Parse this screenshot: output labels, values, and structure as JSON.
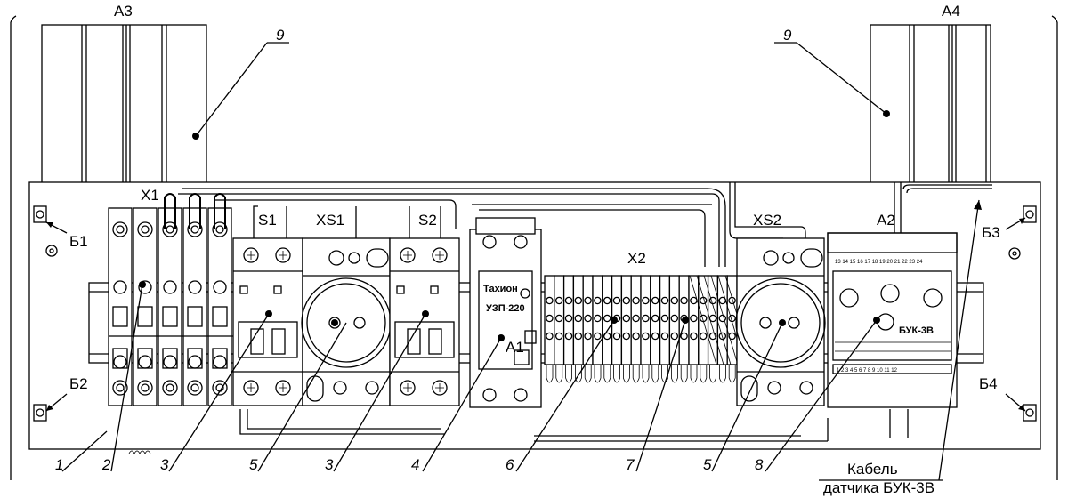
{
  "labels": {
    "a3": "A3",
    "a4": "A4",
    "x1": "X1",
    "s1": "S1",
    "xs1": "XS1",
    "s2": "S2",
    "x2": "X2",
    "xs2": "XS2",
    "a2": "A2",
    "a1": "A1",
    "b1": "Б1",
    "b2": "Б2",
    "b3": "Б3",
    "b4": "Б4",
    "rail_top_left": "9",
    "rail_top_right": "9"
  },
  "callouts": [
    "1",
    "2",
    "3",
    "5",
    "3",
    "4",
    "6",
    "7",
    "5",
    "8"
  ],
  "device_text": {
    "uzp": "УЗП-220",
    "buk": "БУК-3В",
    "brand_a1": "Тахион",
    "a2_terminals_top": "13 14 15 16 17 18 19 20 21 22 23 24",
    "a2_terminals_bottom": "1 2 3 4 5 6 7 8 9 10 11 12"
  },
  "cable_note": {
    "line1": "Кабель",
    "line2": "датчика БУК-3В"
  }
}
